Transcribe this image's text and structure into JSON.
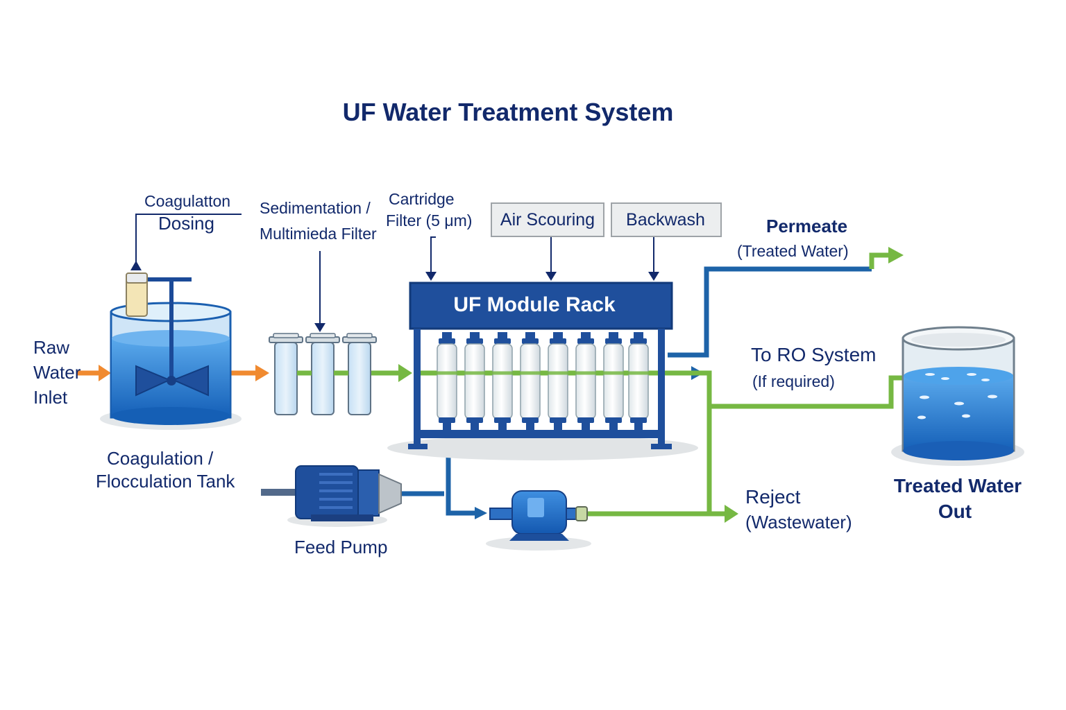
{
  "title": "UF Water Treatment System",
  "labels": {
    "coag_dosing_line1": "Coagulatton",
    "coag_dosing_line2": "Dosing",
    "sed_line1": "Sedimentation /",
    "sed_line2": "Multimieda Filter",
    "cart_line1": "Cartridge",
    "cart_line2": "Filter (5 μm)",
    "air_scouring": "Air Scouring",
    "backwash": "Backwash",
    "permeate_line1": "Permeate",
    "permeate_line2": "(Treated Water)",
    "raw_line1": "Raw",
    "raw_line2": "Water",
    "raw_line3": "Inlet",
    "uf_rack": "UF Module Rack",
    "to_ro_line1": "To RO System",
    "to_ro_line2": "(If required)",
    "coag_tank_line1": "Coagulation /",
    "coag_tank_line2": "Flocculation Tank",
    "reject_line1": "Reject",
    "reject_line2": "(Wastewater)",
    "treated_line1": "Treated Water",
    "treated_line2": "Out",
    "feed_pump": "Feed Pump"
  },
  "colors": {
    "navy": "#12296b",
    "pipe_blue": "#1d63a8",
    "flow_green": "#76b843",
    "inlet_orange": "#f08a30",
    "water_blue": "#2c82d6",
    "rack_blue": "#1f4f9c"
  }
}
